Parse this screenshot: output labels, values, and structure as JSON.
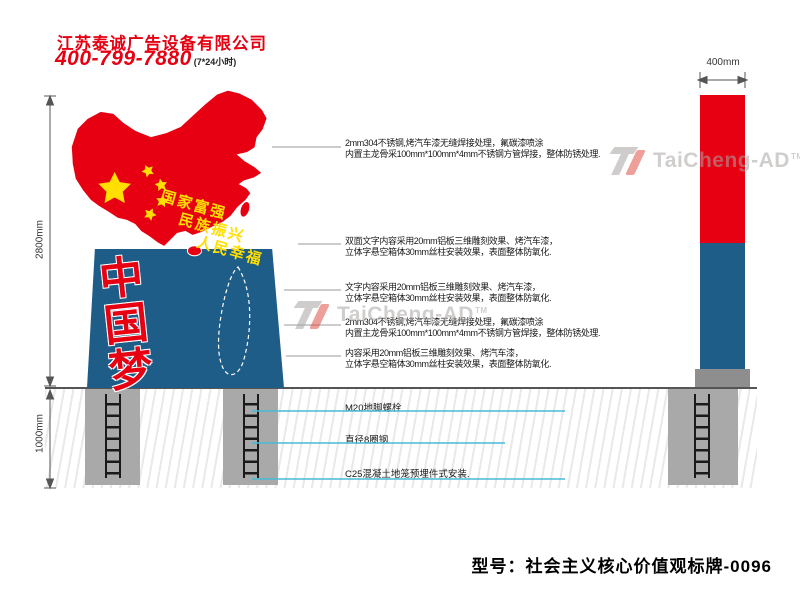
{
  "header": {
    "company": "江苏泰诚广告设备有限公司",
    "phone": "400-799-7880",
    "hotline_note": "(7*24小时)"
  },
  "sign": {
    "slogans": [
      "国家富强",
      "民族振兴",
      "人民幸福"
    ],
    "dream_text": "中国梦"
  },
  "dimensions": {
    "total_height": "2800mm",
    "foundation_depth": "1000mm",
    "post_width": "400mm"
  },
  "annotations": {
    "panel_steel_top": [
      "2mm304不锈钢,烤汽车漆无缝焊接处理，氟碳漆喷涂",
      "内置主龙骨采100mm*100mm*4mm不锈钢方管焊接，整体防锈处理."
    ],
    "double_sided_text": [
      "双面文字内容采用20mm铝板三维雕刻效果、烤汽车漆，",
      "立体字悬空箱体30mm丝柱安装效果，表面整体防氧化."
    ],
    "text_relief": [
      "文字内容采用20mm铝板三维雕刻效果、烤汽车漆，",
      "立体字悬空箱体30mm丝柱安装效果，表面整体防氧化."
    ],
    "panel_steel_bottom": [
      "2mm304不锈钢,烤汽车漆无缝焊接处理，氟碳漆喷涂",
      "内置主龙骨采100mm*100mm*4mm不锈钢方管焊接，整体防锈处理."
    ],
    "content_relief": [
      "内容采用20mm铝板三维雕刻效果、烤汽车漆，",
      "立体字悬空箱体30mm丝柱安装效果，表面整体防氧化."
    ],
    "anchor_bolt": "M20地脚螺栓",
    "rebar": "直径8圈钢",
    "concrete": "C25混凝土地笼预埋件式安装."
  },
  "watermark": {
    "text": "TaiCheng-AD",
    "tm": "TM"
  },
  "footer": {
    "model": "型号：社会主义核心价值观标牌-0096"
  },
  "colors": {
    "red": "#e60012",
    "blue": "#1e5d88",
    "yellow": "#ffde00",
    "teal_leader": "#49b9d8"
  }
}
